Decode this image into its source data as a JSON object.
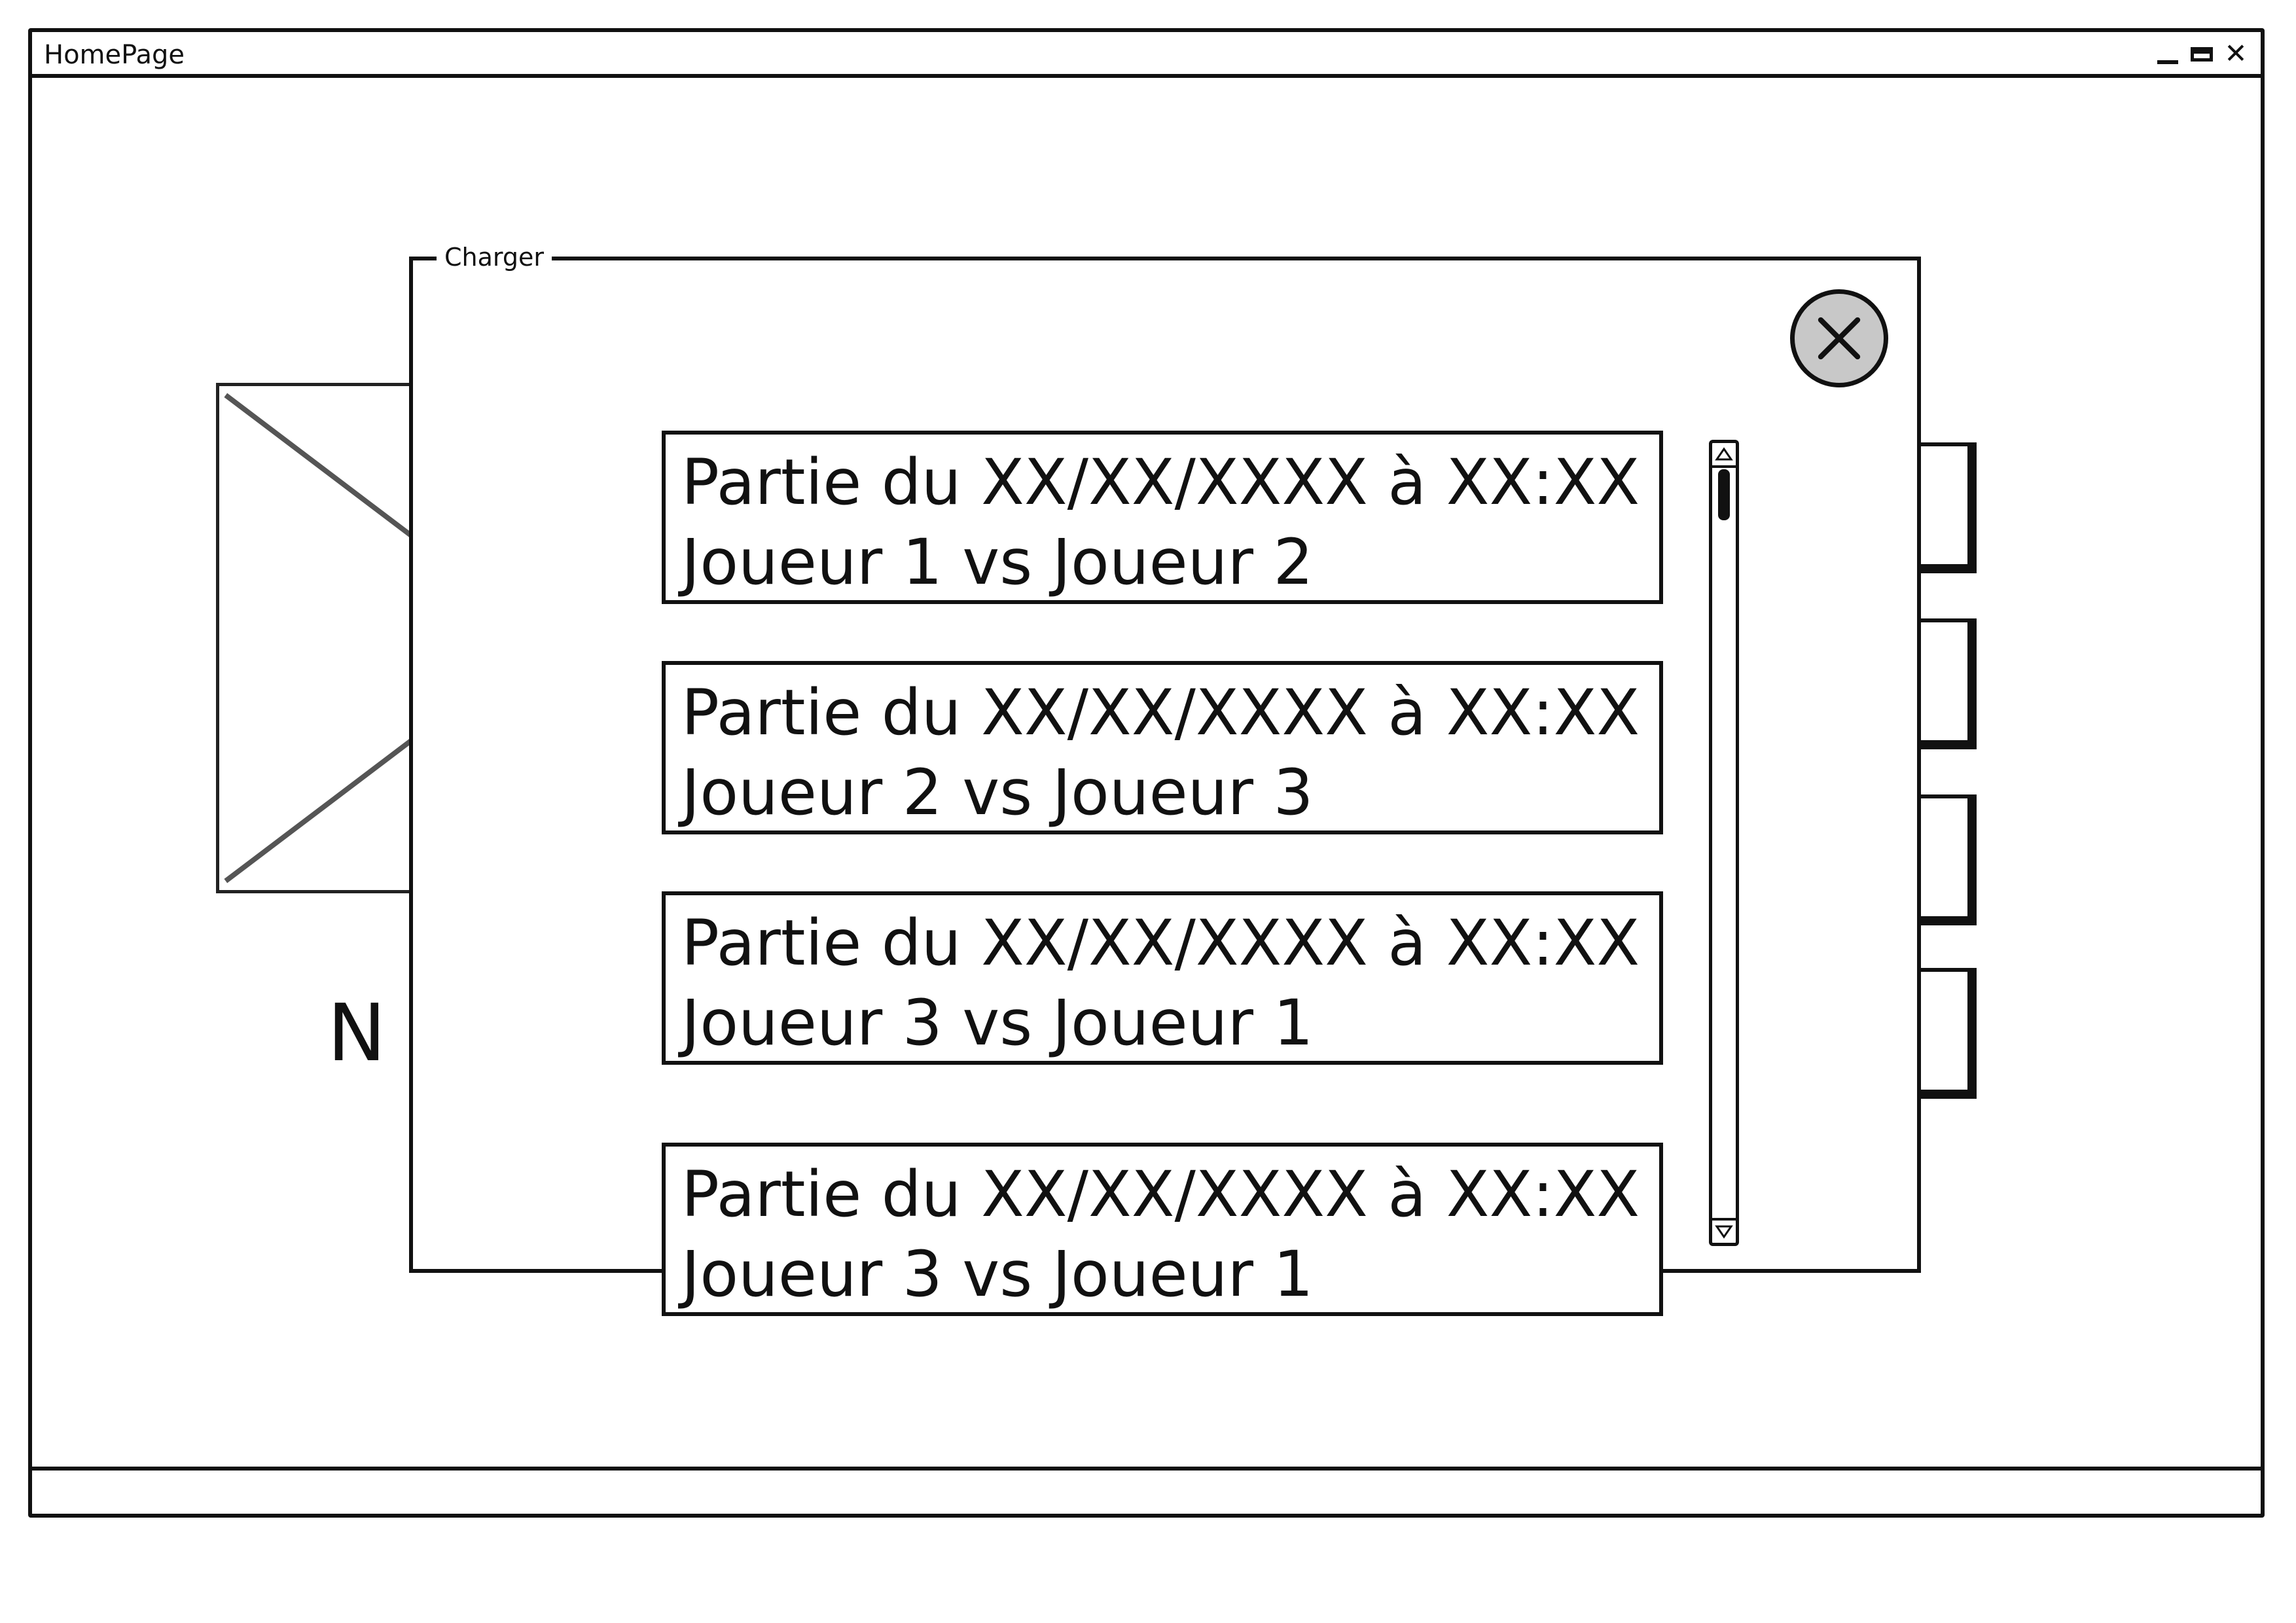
{
  "window": {
    "title": "HomePage",
    "controls": {
      "minimize_icon": "minimize-icon",
      "restore_icon": "restore-icon",
      "close_icon": "close-icon"
    }
  },
  "background": {
    "image_placeholder_icon": "image-placeholder-icon",
    "label_fragment": "N"
  },
  "dialog": {
    "title": "Charger",
    "close_icon": "close-circle-icon",
    "saves": [
      {
        "line1": "Partie du XX/XX/XXXX à XX:XX",
        "line2": "Joueur 1 vs Joueur 2"
      },
      {
        "line1": "Partie du XX/XX/XXXX à XX:XX",
        "line2": "Joueur 2 vs Joueur 3"
      },
      {
        "line1": "Partie du XX/XX/XXXX à XX:XX",
        "line2": "Joueur 3 vs Joueur 1"
      },
      {
        "line1": "Partie du XX/XX/XXXX à XX:XX",
        "line2": "Joueur 3 vs Joueur 1"
      }
    ],
    "scroll_position_fraction": 0.0
  },
  "colors": {
    "ink": "#111111",
    "close_fill": "#c8c8c8",
    "background": "#ffffff"
  }
}
